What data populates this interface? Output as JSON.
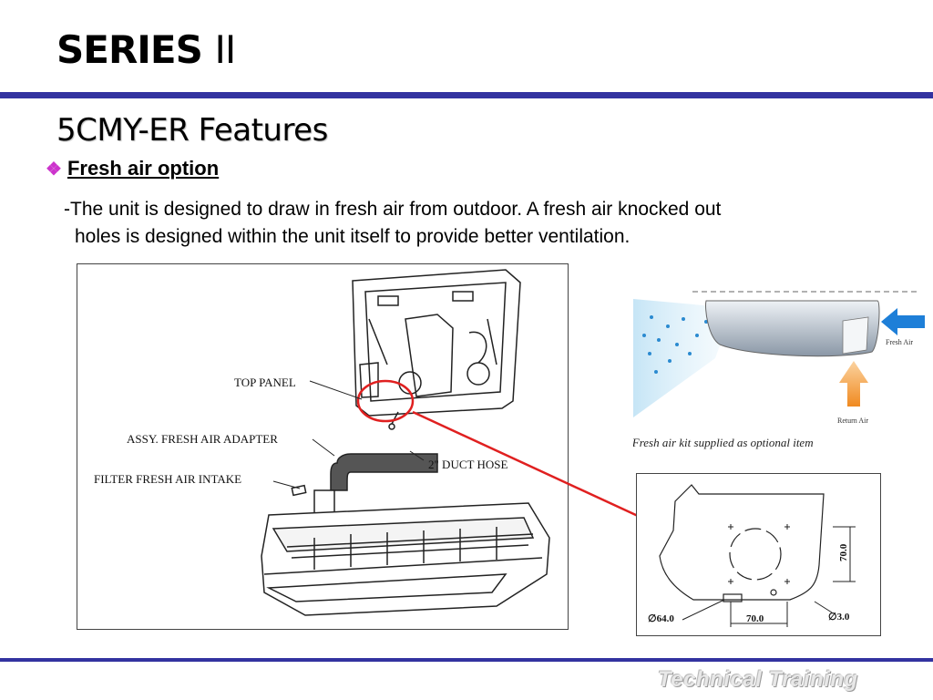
{
  "header": {
    "title_main": "SERIES",
    "title_sub": "II",
    "subtitle": "5CMY-ER Features"
  },
  "bullet": {
    "icon": "diamond-bullet-icon",
    "label": "Fresh air option"
  },
  "body": {
    "line1": "-The unit is designed to draw in fresh air from outdoor. A fresh air knocked out",
    "line2": "holes is designed within the unit itself to provide better ventilation."
  },
  "diagram_left": {
    "label_top_panel": "TOP PANEL",
    "label_adapter": "ASSY. FRESH AIR ADAPTER",
    "label_filter": "FILTER FRESH AIR INTAKE",
    "label_duct": "2\" DUCT HOSE"
  },
  "diagram_right_top": {
    "label_fresh_air": "Fresh Air",
    "label_return_air": "Return Air",
    "note": "* Fresh air kit supplied as optional item"
  },
  "diagram_right_bottom": {
    "dim_height": "70.0",
    "dim_width": "70.0",
    "dim_diameter_large": "∅64.0",
    "dim_diameter_small": "∅3.0"
  },
  "footer": {
    "text": "Technical Training"
  },
  "colors": {
    "rule": "#3333a0",
    "bullet": "#cc33cc",
    "highlight": "#e02020",
    "arrow_blue": "#1e7fd8",
    "arrow_orange": "#f08a20"
  }
}
